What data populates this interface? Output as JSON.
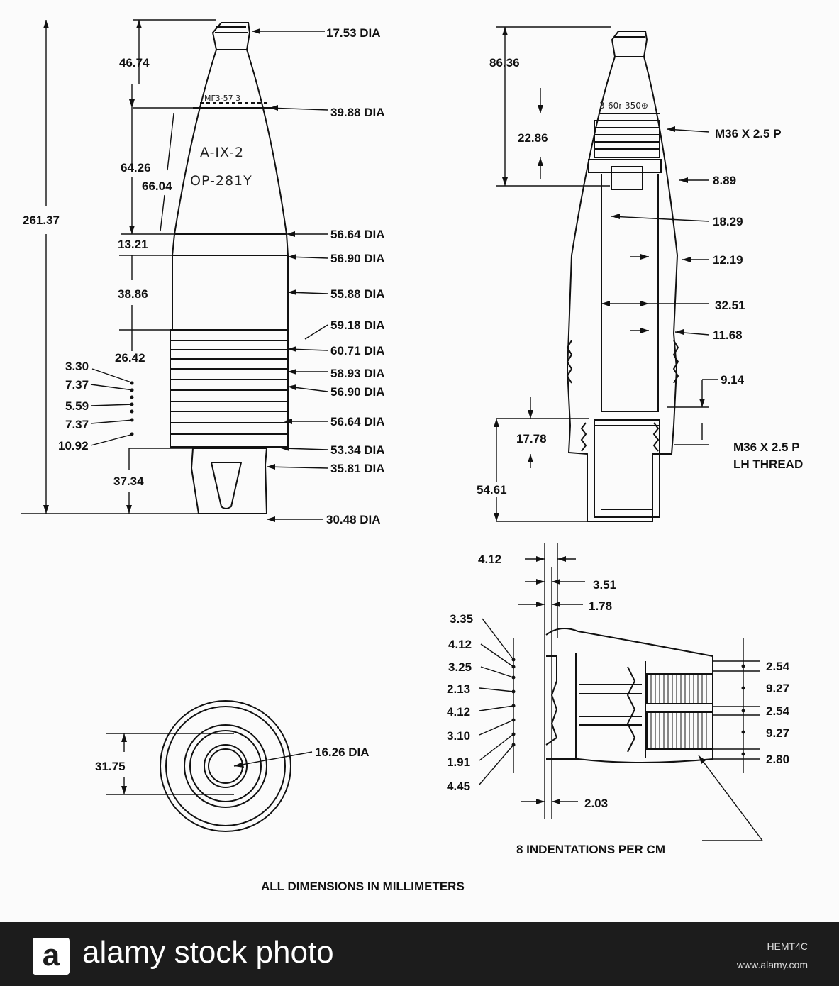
{
  "left_view": {
    "dims_right": [
      "17.53 DIA",
      "39.88 DIA",
      "56.64 DIA",
      "56.90 DIA",
      "55.88 DIA",
      "59.18 DIA",
      "60.71 DIA",
      "58.93 DIA",
      "56.90 DIA",
      "56.64 DIA",
      "53.34 DIA",
      "35.81 DIA",
      "30.48 DIA"
    ],
    "dims_left": [
      "46.74",
      "64.26",
      "66.04",
      "261.37",
      "13.21",
      "38.86",
      "26.42",
      "3.30",
      "7.37",
      "5.59",
      "7.37",
      "10.92",
      "37.34"
    ],
    "stencil": {
      "top": "MΓ3-57 3",
      "line1": "A-IX-2",
      "line2": "OP-281Y"
    }
  },
  "right_view": {
    "dims": [
      "86.36",
      "22.86",
      "M36 X 2.5 P",
      "8.89",
      "18.29",
      "12.19",
      "32.51",
      "11.68",
      "9.14",
      "17.78",
      "M36 X 2.5 P",
      "LH THREAD",
      "54.61"
    ],
    "stencil": "3-60r 350⊕"
  },
  "end_view": {
    "dims": [
      "31.75",
      "16.26 DIA"
    ]
  },
  "band_detail": {
    "top_dims": [
      "4.12",
      "3.51",
      "1.78"
    ],
    "left_dims": [
      "3.35",
      "4.12",
      "3.25",
      "2.13",
      "4.12",
      "3.10",
      "1.91",
      "4.45"
    ],
    "right_dims": [
      "2.54",
      "9.27",
      "2.54",
      "9.27",
      "2.80"
    ],
    "bottom_dim": "2.03",
    "note": "8 INDENTATIONS PER CM"
  },
  "caption": "ALL DIMENSIONS IN MILLIMETERS",
  "footer": {
    "brand": "alamy stock photo",
    "image_id": "HEMT4C",
    "site": "www.alamy.com",
    "logo_letter": "a"
  }
}
